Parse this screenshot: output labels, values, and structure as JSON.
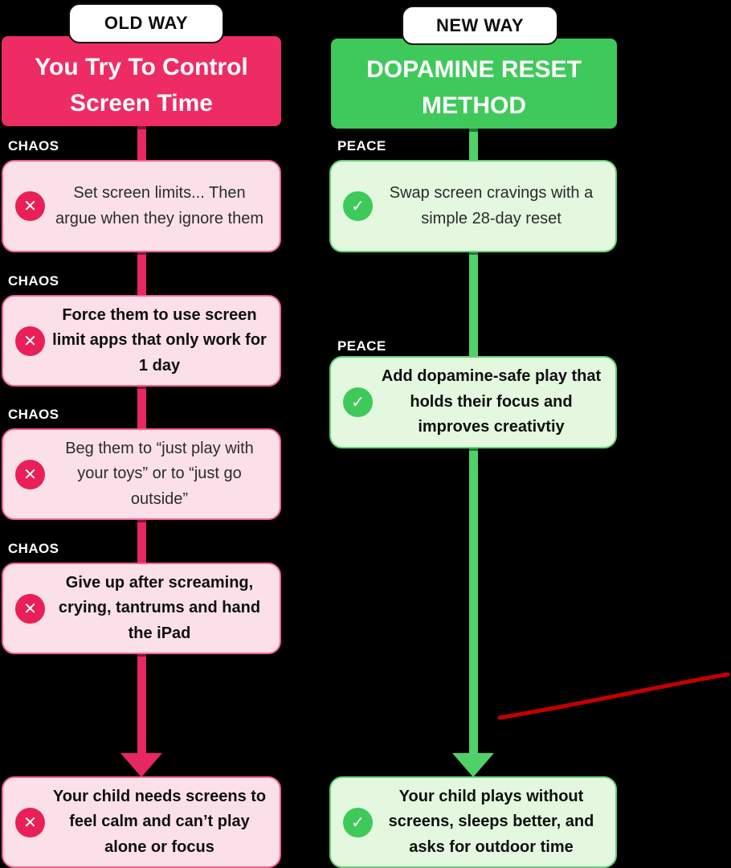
{
  "colors": {
    "background": "#000000",
    "old_accent": "#EF2B63",
    "old_connector": "#E62762",
    "old_box_bg": "#FBE0EA",
    "old_box_border": "#F2638F",
    "new_accent": "#3FC95B",
    "new_connector": "#4FD168",
    "new_box_bg": "#E3F8DF",
    "new_box_border": "#66D178",
    "badge_bg": "#FFFFFF",
    "label_text": "#FFFFFF",
    "annotation_red": "#C40000"
  },
  "old_way": {
    "badge": "OLD WAY",
    "header": "You Try To Control Screen Time",
    "icon_name": "x-icon",
    "icon_glyph": "✕",
    "steps": [
      {
        "label": "CHAOS",
        "text": "Set screen limits... Then argue when they ignore them"
      },
      {
        "label": "CHAOS",
        "text": "Force them to use screen limit apps that only work for 1 day"
      },
      {
        "label": "CHAOS",
        "text": "Beg them to “just play with your toys” or to “just go outside”"
      },
      {
        "label": "CHAOS",
        "text": "Give up after screaming, crying, tantrums and hand the iPad"
      }
    ],
    "result": "Your child needs screens to feel calm and can’t play alone or focus"
  },
  "new_way": {
    "badge": "NEW WAY",
    "header": "DOPAMINE RESET METHOD",
    "icon_name": "check-icon",
    "icon_glyph": "✓",
    "steps": [
      {
        "label": "PEACE",
        "text": "Swap screen cravings with a simple 28-day reset"
      },
      {
        "label": "PEACE",
        "text": "Add dopamine-safe play that holds their focus and improves creativtiy"
      }
    ],
    "result": "Your child plays without screens, sleeps better, and asks for outdoor time"
  }
}
